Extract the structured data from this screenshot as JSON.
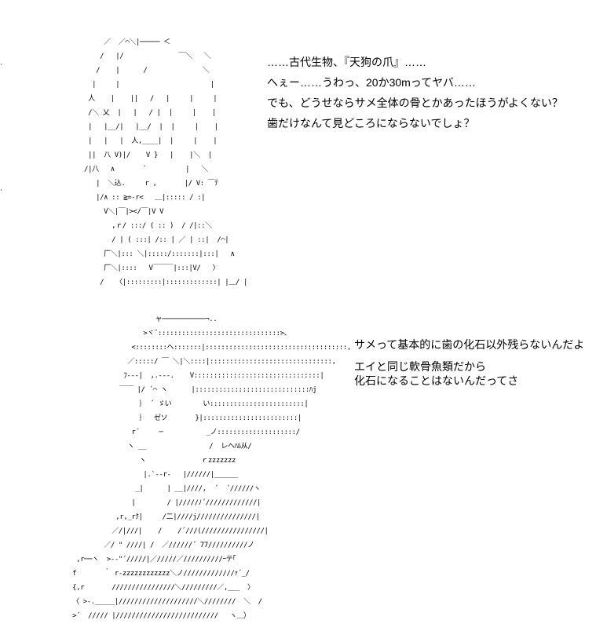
{
  "scene1": {
    "lines": [
      "……古代生物、『天狗の爪』……",
      "へぇー……うわっ、20か30mってヤバ……",
      "でも、どうせならサメ全体の骨とかあったほうがよくない？",
      "歯だけなんて見どころにならないでしょ？"
    ]
  },
  "scene2": {
    "lines": [
      "サメって基本的に歯の化石以外残らないんだよ",
      "エイと同じ軟骨魚類だから",
      "化石になることはないんだってさ"
    ]
  }
}
